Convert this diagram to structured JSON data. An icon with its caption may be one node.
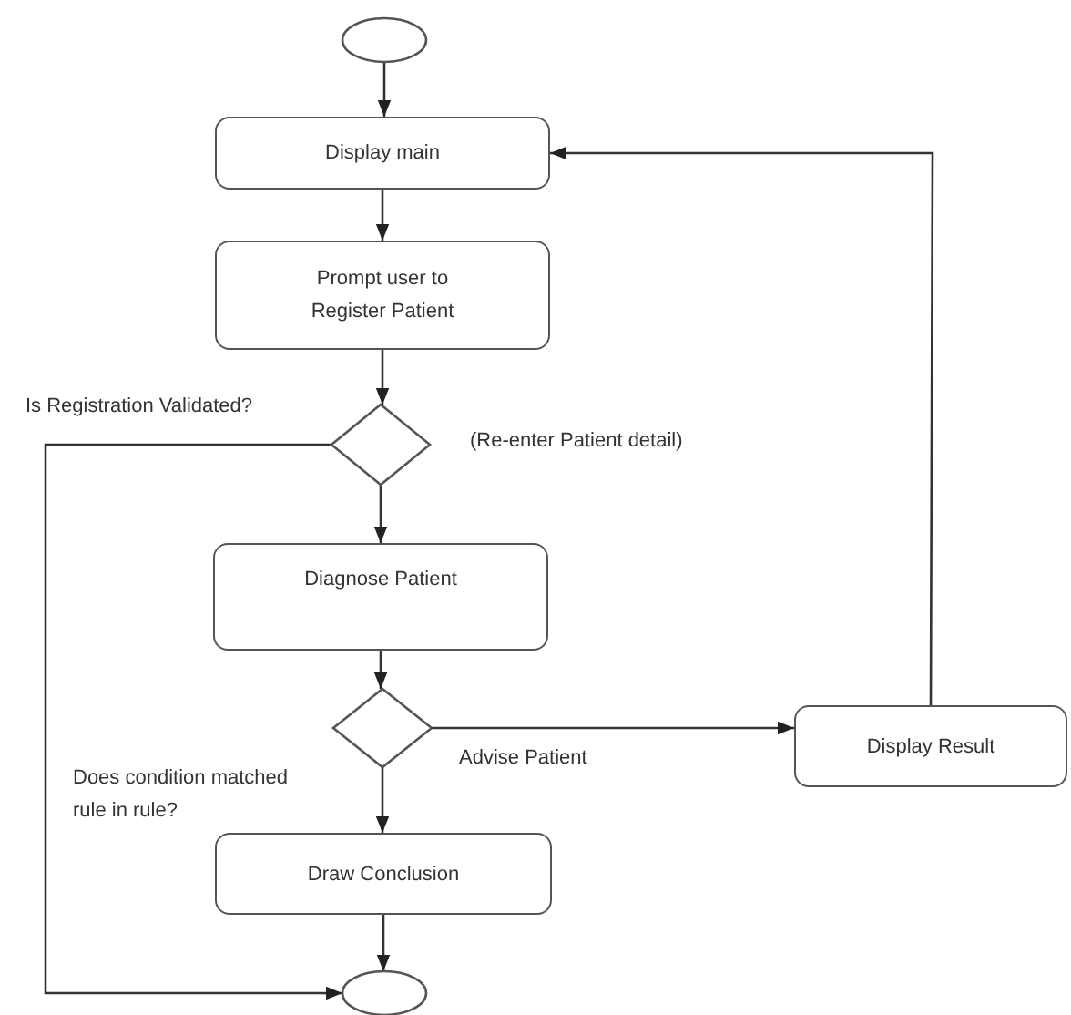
{
  "diagram": {
    "nodes": [
      {
        "text": [],
        "shape": "circle"
      },
      {
        "text": [
          "Display main"
        ]
      },
      {
        "text": [
          "Prompt user to Register Patient"
        ]
      },
      {
        "text": [],
        "shape": "diamond"
      },
      {
        "text": [
          "Diagnose Patient"
        ]
      },
      {
        "text": [],
        "shape": "diamond"
      },
      {
        "text": [
          "Display Result"
        ]
      },
      {
        "text": [
          "Draw Conclusion"
        ]
      },
      {
        "text": [],
        "shape": "circle"
      }
    ],
    "edges": [
      {
        "from": 0,
        "to": 1,
        "arrow": "to"
      },
      {
        "from": 1,
        "to": 2,
        "arrow": "to"
      },
      {
        "from": 2,
        "to": 3,
        "arrow": "to"
      },
      {
        "from": 3,
        "to": 4,
        "arrow": "to"
      },
      {
        "from": 3,
        "to": 8,
        "arrow": "to"
      },
      {
        "from": 4,
        "to": 5,
        "arrow": "to"
      },
      {
        "from": 5,
        "to": 6,
        "arrow": "to",
        "label": "Advise Patient"
      },
      {
        "from": 6,
        "to": 1,
        "arrow": "to"
      },
      {
        "from": 5,
        "to": 7,
        "arrow": "to"
      },
      {
        "from": 7,
        "to": 8,
        "arrow": "to"
      }
    ],
    "labels": [
      "Is Registration Validated?",
      "(Re-enter Patient detail)",
      "Does condition matched rule in rule?"
    ]
  }
}
